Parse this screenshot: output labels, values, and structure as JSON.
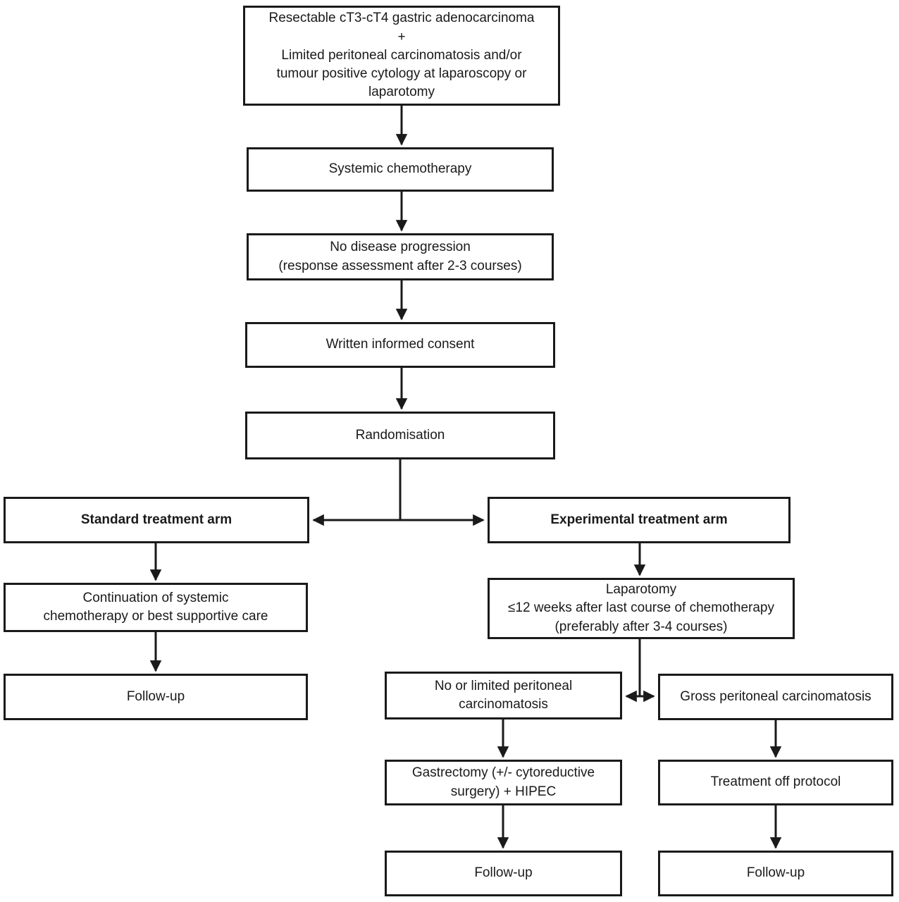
{
  "diagram": {
    "background": "#ffffff",
    "line_color": "#1a1a1a",
    "box_border_color": "#1a1a1a"
  },
  "nodes": {
    "eligibility": "Resectable cT3-cT4 gastric adenocarcinoma\n+\nLimited peritoneal carcinomatosis and/or\ntumour positive cytology at laparoscopy or\nlaparotomy",
    "systemic_chemo": "Systemic chemotherapy",
    "no_progression": "No disease progression\n(response assessment after 2-3 courses)",
    "consent": "Written informed consent",
    "randomisation": "Randomisation",
    "standard_arm": "Standard treatment arm",
    "experimental_arm": "Experimental treatment arm",
    "continuation": "Continuation of systemic\nchemotherapy or best supportive care",
    "followup_standard": "Follow-up",
    "laparotomy": "Laparotomy\n≤12 weeks after last course of chemotherapy\n(preferably after 3-4 courses)",
    "limited_pc": "No or limited peritoneal\ncarcinomatosis",
    "gross_pc": "Gross peritoneal carcinomatosis",
    "gastrectomy_hipec": "Gastrectomy (+/- cytoreductive\nsurgery) + HIPEC",
    "followup_hipec": "Follow-up",
    "off_protocol": "Treatment off protocol",
    "followup_off_protocol": "Follow-up"
  }
}
